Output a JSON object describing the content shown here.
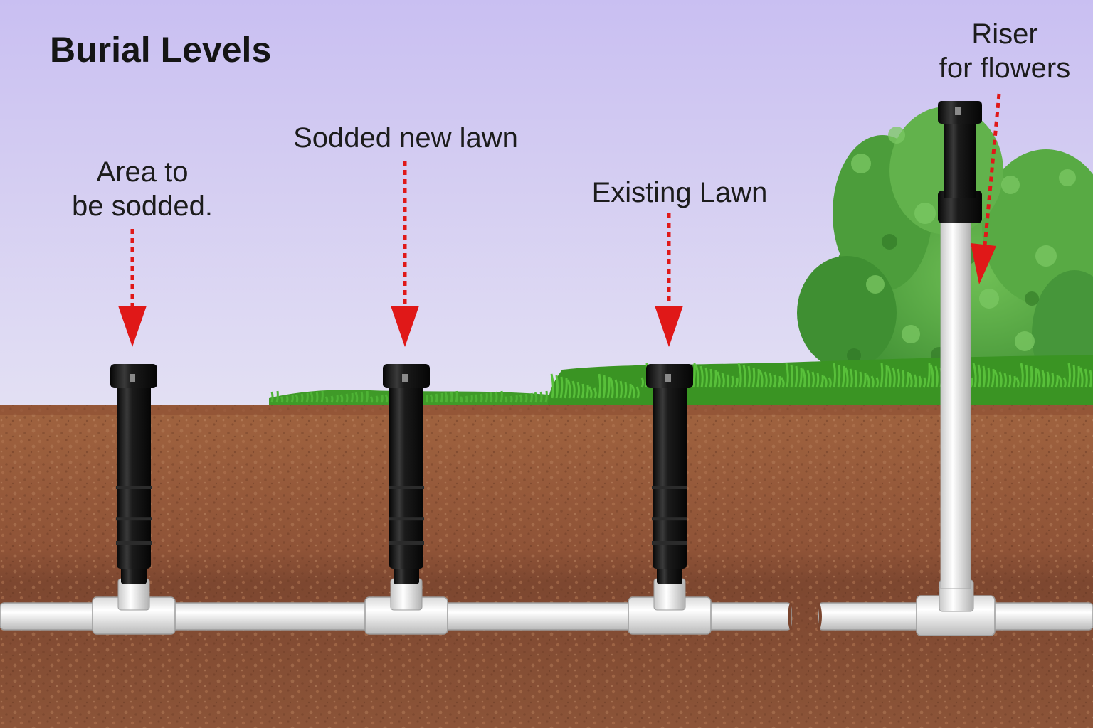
{
  "diagram": {
    "title": "Burial Levels",
    "labels": {
      "area_to_be_sodded": [
        "Area to",
        "be sodded."
      ],
      "sodded_new_lawn": "Sodded new lawn",
      "existing_lawn": "Existing Lawn",
      "riser_for_flowers": [
        "Riser",
        "for flowers"
      ]
    },
    "colors": {
      "sky_top": "#cbc2f2",
      "sky_bottom": "#e4e1f4",
      "soil": "#9c6042",
      "soil_dark": "#7a452e",
      "grass": "#3f9a28",
      "shrub": "#4b9b3c",
      "arrow": "#e01818",
      "sprinkler_body": "#151515",
      "pipe": "#f2f2f2"
    },
    "icons": {
      "sprinkler": "pop-up-sprinkler-head-icon",
      "arrow": "dotted-arrow-down-icon",
      "pipe": "pvc-pipe-icon",
      "tee": "pvc-tee-fitting-icon",
      "shrub": "shrub-icon"
    }
  }
}
